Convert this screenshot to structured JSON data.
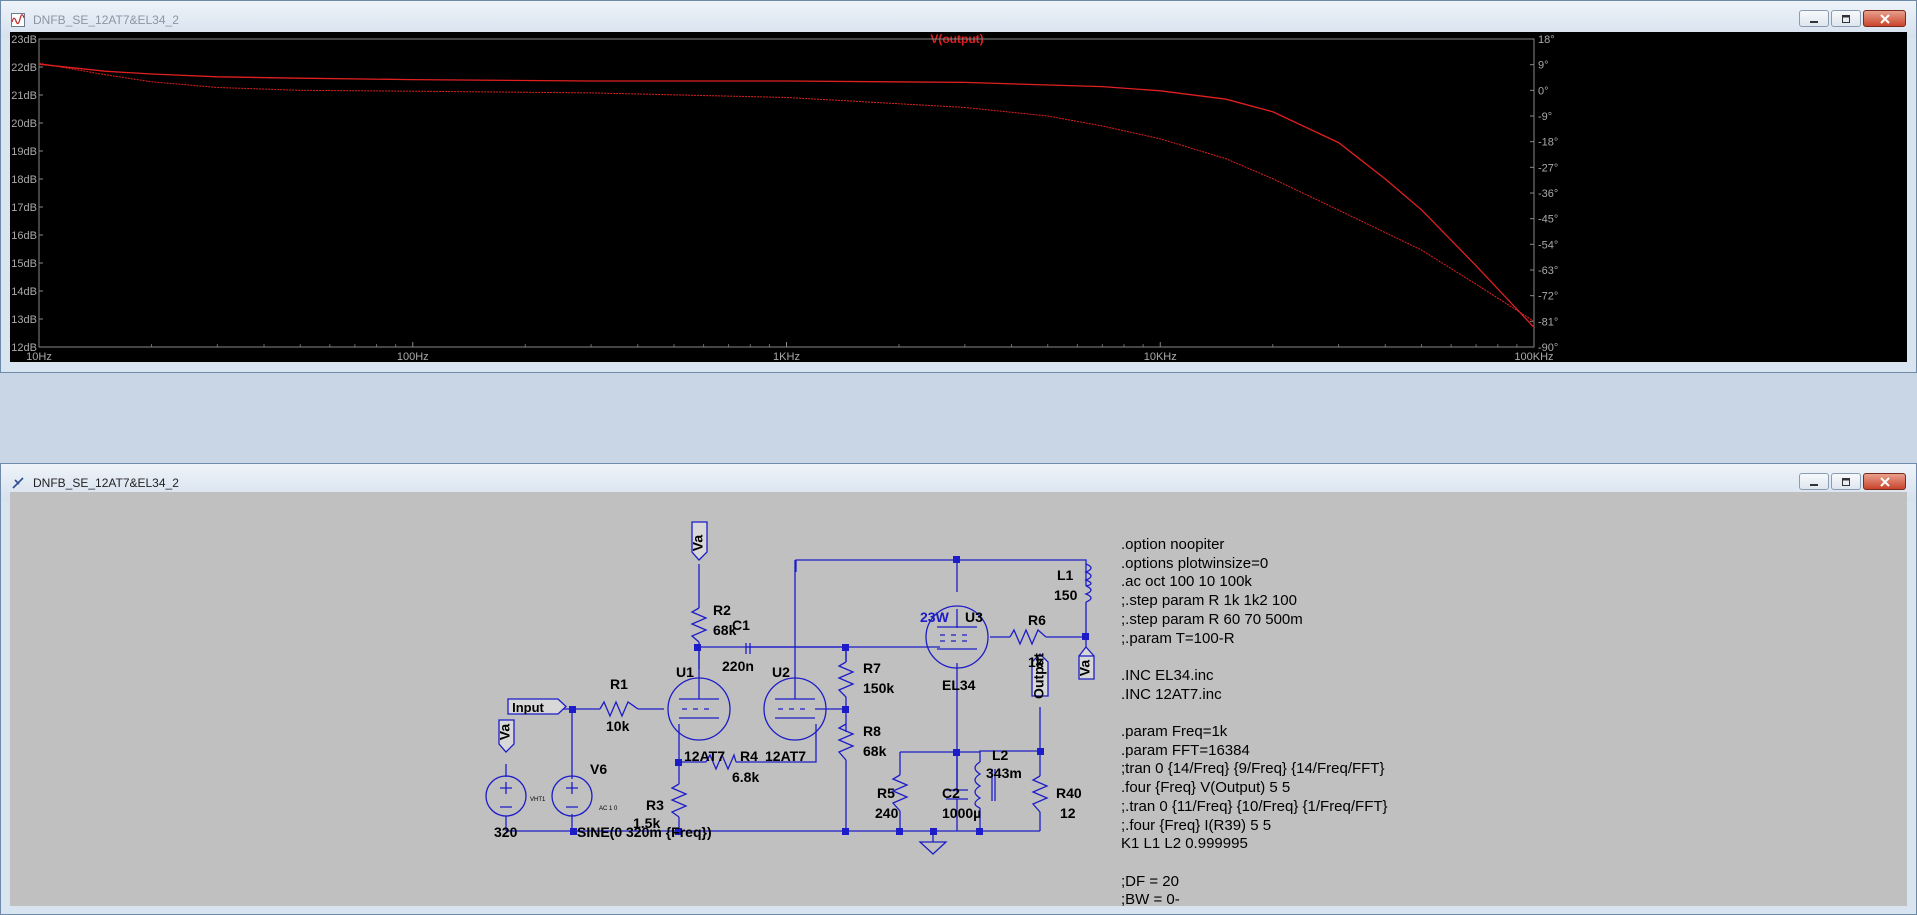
{
  "plot_window": {
    "title": "DNFB_SE_12AT7&EL34_2",
    "trace_label": "V(output)",
    "trace_color": "#e02020",
    "left_ticks": [
      "23dB",
      "22dB",
      "21dB",
      "20dB",
      "19dB",
      "18dB",
      "17dB",
      "16dB",
      "15dB",
      "14dB",
      "13dB",
      "12dB"
    ],
    "right_ticks": [
      "18°",
      "9°",
      "0°",
      "-9°",
      "-18°",
      "-27°",
      "-36°",
      "-45°",
      "-54°",
      "-63°",
      "-72°",
      "-81°",
      "-90°"
    ],
    "x_ticks": [
      "10Hz",
      "100Hz",
      "1KHz",
      "10KHz",
      "100KHz"
    ]
  },
  "chart_data": {
    "type": "line",
    "title": "V(output)",
    "x_scale": "log",
    "xlim": [
      10,
      100000
    ],
    "ylim_left": [
      12,
      23
    ],
    "ylim_right": [
      -90,
      18
    ],
    "grid": false,
    "series": [
      {
        "name": "V(output)",
        "axis": "magnitude_dB",
        "x": [
          10,
          15,
          20,
          30,
          50,
          100,
          300,
          1000,
          3000,
          7000,
          10000,
          15000,
          20000,
          30000,
          40000,
          50000,
          70000,
          100000
        ],
        "y": [
          22.1,
          21.85,
          21.75,
          21.65,
          21.6,
          21.55,
          21.5,
          21.5,
          21.45,
          21.3,
          21.15,
          20.85,
          20.4,
          19.3,
          18.0,
          16.9,
          14.9,
          12.7
        ]
      },
      {
        "name": "V(output)",
        "axis": "phase_deg",
        "x": [
          10,
          15,
          20,
          30,
          50,
          100,
          300,
          1000,
          3000,
          5000,
          7000,
          10000,
          15000,
          20000,
          30000,
          50000,
          70000,
          100000
        ],
        "y": [
          9.5,
          5.5,
          3.0,
          1.0,
          0.0,
          -0.3,
          -0.9,
          -2.5,
          -6.0,
          -9.0,
          -12.5,
          -17.0,
          -24.0,
          -31.0,
          -42.0,
          -56.0,
          -68.0,
          -81.0
        ]
      }
    ]
  },
  "schematic_window": {
    "title": "DNFB_SE_12AT7&EL34_2",
    "labels": {
      "va_top": "Va",
      "r2": "R2",
      "r2_val": "68k",
      "c1": "C1",
      "c1_val": "220n",
      "u1": "U1",
      "u1_type": "12AT7",
      "u2": "U2",
      "u2_type": "12AT7",
      "r4": "R4",
      "r4_val": "6.8k",
      "r7": "R7",
      "r7_val": "150k",
      "r8": "R8",
      "r8_val": "68k",
      "r1": "R1",
      "r1_val": "10k",
      "input": "Input",
      "va_left": "Va",
      "v6": "V6",
      "v_left_val": "320",
      "vht1": "VHT1",
      "ac": "AC 1 0",
      "sine": "SINE(0 320m {Freq})",
      "r3": "R3",
      "r3_val": "1.5k",
      "power": "23W",
      "u3": "U3",
      "u3_type": "EL34",
      "r6": "R6",
      "r6_val": "1k",
      "l1": "L1",
      "l1_val": "150",
      "va_right": "Va",
      "output": "Output",
      "r5": "R5",
      "r5_val": "240",
      "c2": "C2",
      "c2_val": "1000µ",
      "l2": "L2",
      "l2_val": "343m",
      "r40": "R40",
      "r40_val": "12"
    },
    "netlist": [
      ".option noopiter",
      ".options plotwinsize=0",
      ".ac oct 100 10 100k",
      ";.step param R 1k 1k2 100",
      ";.step param R 60 70 500m",
      ";.param T=100-R",
      "",
      ".INC EL34.inc",
      ".INC 12AT7.inc",
      "",
      ".param Freq=1k",
      ".param FFT=16384",
      ";tran 0 {14/Freq} {9/Freq} {14/Freq/FFT}",
      ".four {Freq} V(Output) 5 5",
      ";.tran 0 {11/Freq} {10/Freq} {1/Freq/FFT}",
      ";.four {Freq} I(R39) 5 5",
      "K1 L1 L2 0.999995",
      "",
      ";DF = 20",
      ";BW = 0-"
    ]
  }
}
